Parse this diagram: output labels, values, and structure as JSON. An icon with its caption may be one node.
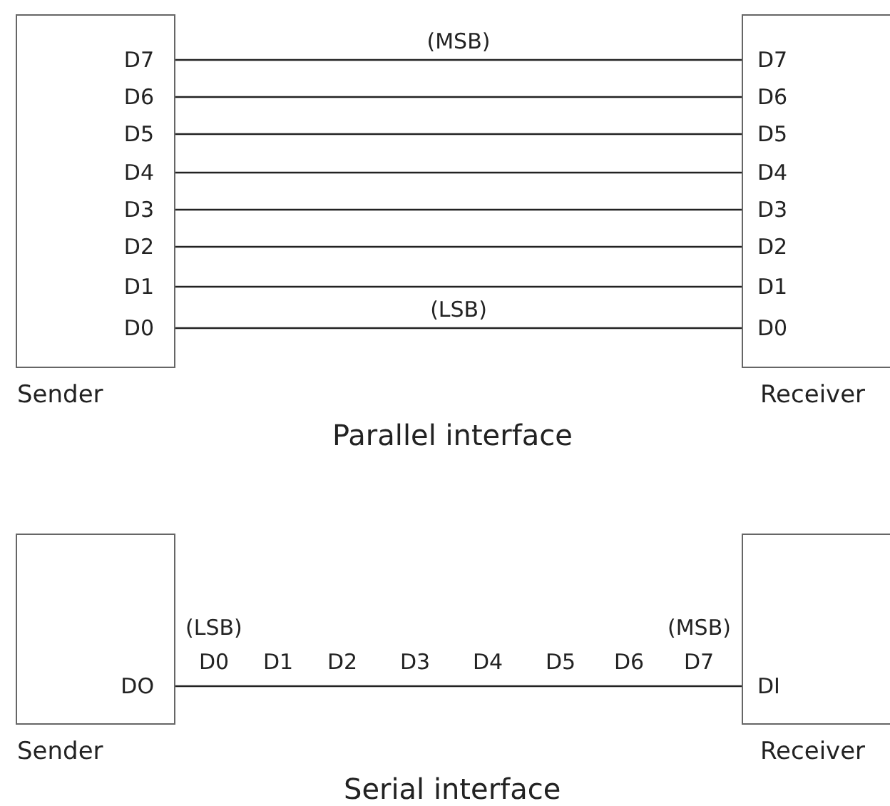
{
  "diagram": {
    "nodes": [
      {
        "text": [
          "Sender"
        ]
      },
      {
        "text": [
          "D7"
        ],
        "in": 0
      },
      {
        "text": [
          "D6"
        ],
        "in": 0
      },
      {
        "text": [
          "D5"
        ],
        "in": 0
      },
      {
        "text": [
          "D4"
        ],
        "in": 0
      },
      {
        "text": [
          "D3"
        ],
        "in": 0
      },
      {
        "text": [
          "D2"
        ],
        "in": 0
      },
      {
        "text": [
          "D1"
        ],
        "in": 0
      },
      {
        "text": [
          "D0"
        ],
        "in": 0
      },
      {
        "text": [
          "Receiver"
        ]
      },
      {
        "text": [
          "D7"
        ],
        "in": 9
      },
      {
        "text": [
          "D6"
        ],
        "in": 9
      },
      {
        "text": [
          "D5"
        ],
        "in": 9
      },
      {
        "text": [
          "D4"
        ],
        "in": 9
      },
      {
        "text": [
          "D3"
        ],
        "in": 9
      },
      {
        "text": [
          "D2"
        ],
        "in": 9
      },
      {
        "text": [
          "D1"
        ],
        "in": 9
      },
      {
        "text": [
          "D0"
        ],
        "in": 9
      },
      {
        "text": [
          "Sender"
        ]
      },
      {
        "text": [
          "DO"
        ],
        "in": 18
      },
      {
        "text": [
          "Receiver"
        ]
      },
      {
        "text": [
          "DI"
        ],
        "in": 20
      }
    ],
    "edges": [
      {
        "from": 1,
        "to": 10,
        "arrow": "none",
        "label": "(MSB)"
      },
      {
        "from": 2,
        "to": 11,
        "arrow": "none"
      },
      {
        "from": 3,
        "to": 12,
        "arrow": "none"
      },
      {
        "from": 4,
        "to": 13,
        "arrow": "none"
      },
      {
        "from": 5,
        "to": 14,
        "arrow": "none"
      },
      {
        "from": 6,
        "to": 15,
        "arrow": "none"
      },
      {
        "from": 7,
        "to": 16,
        "arrow": "none"
      },
      {
        "from": 8,
        "to": 17,
        "arrow": "none",
        "label": "(LSB)"
      },
      {
        "from": 19,
        "to": 21,
        "arrow": "none"
      }
    ],
    "labels": [
      "Parallel interface",
      "(LSB)",
      "(MSB)",
      "D0",
      "D1",
      "D2",
      "D3",
      "D4",
      "D5",
      "D6",
      "D7",
      "Serial interface"
    ]
  }
}
